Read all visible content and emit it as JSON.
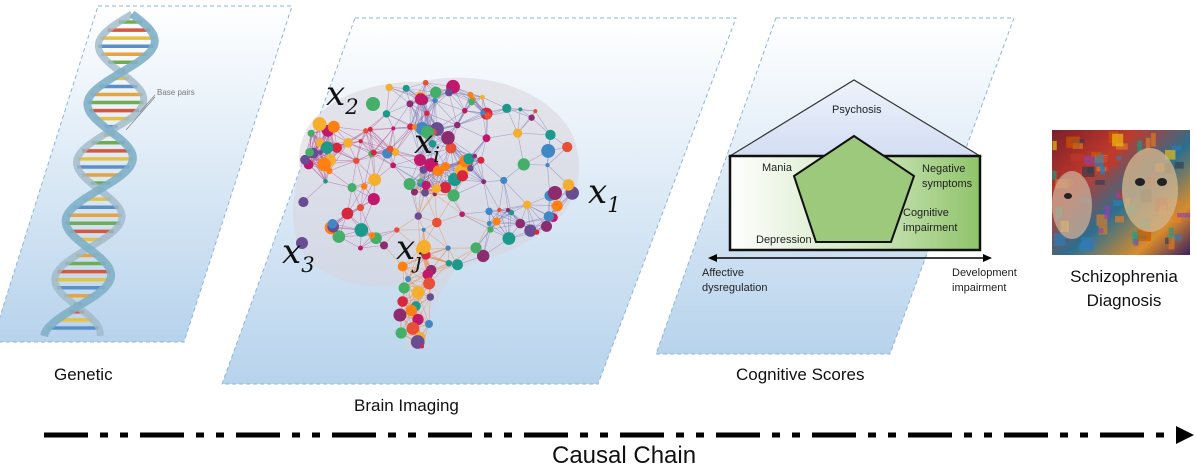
{
  "panels": {
    "genetic": {
      "caption": "Genetic",
      "dna_label": "Base pairs"
    },
    "brain": {
      "caption": "Brain Imaging",
      "nodes": [
        {
          "base": "x",
          "sub": "2"
        },
        {
          "base": "x",
          "sub": "i"
        },
        {
          "base": "x",
          "sub": "1"
        },
        {
          "base": "x",
          "sub": "3"
        },
        {
          "base": "x",
          "sub": "j"
        }
      ]
    },
    "cognitive": {
      "caption": "Cognitive Scores",
      "roof_label": "Psychosis",
      "mania": "Mania",
      "negative": [
        "Negative",
        "symptoms"
      ],
      "cognitive_impairment": [
        "Cognitive",
        "impairment"
      ],
      "depression": "Depression",
      "axis_left": [
        "Affective",
        "dysregulation"
      ],
      "axis_right": [
        "Development",
        "impairment"
      ]
    },
    "diagnosis": {
      "caption": [
        "Schizophrenia",
        "Diagnosis"
      ]
    }
  },
  "causal_chain": {
    "label": "Causal Chain"
  },
  "colors": {
    "panel_fill_top": "#ffffff",
    "panel_fill_bottom": "#b7d3ec",
    "panel_border": "#8fb4d9",
    "pentagon_fill": "#9dc97d",
    "box_gradient_right": "#8fc46a",
    "roof_fill": "#dde6f6",
    "arrow": "#000000"
  }
}
